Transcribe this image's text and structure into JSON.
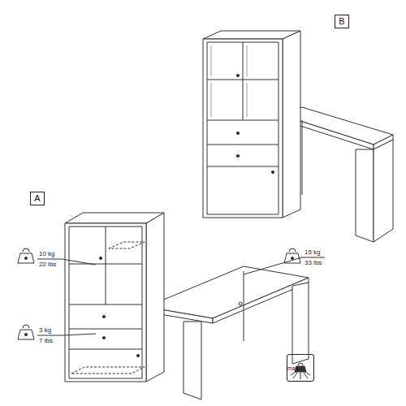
{
  "diagram": {
    "nodes": [
      {
        "text": [
          "B"
        ]
      },
      {
        "text": [
          "A"
        ]
      },
      {
        "text": [
          "max."
        ]
      }
    ],
    "labels": [
      "10 kg",
      "22 lbs",
      "3 kg",
      "7 lbs",
      "15 kg",
      "33 lbs"
    ]
  }
}
